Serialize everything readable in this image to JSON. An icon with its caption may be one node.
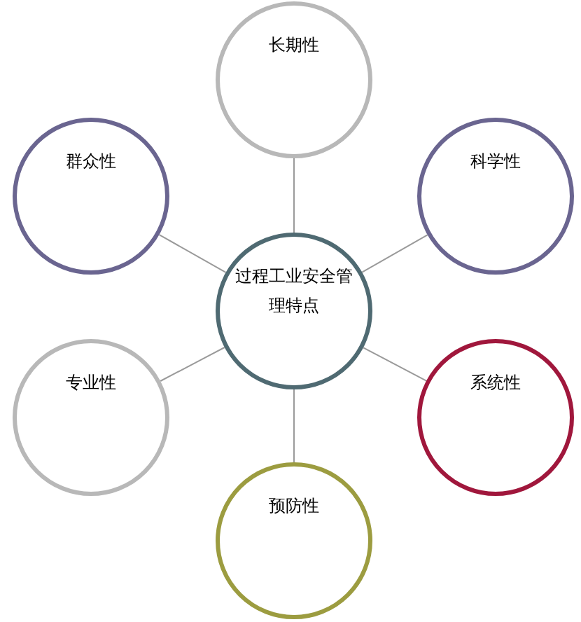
{
  "diagram": {
    "nodes": [
      {
        "text": [
          "长期性"
        ]
      },
      {
        "text": [
          "群众性"
        ]
      },
      {
        "text": [
          "科学性"
        ]
      },
      {
        "text": [
          "过程工业安全管理特点"
        ]
      },
      {
        "text": [
          "专业性"
        ]
      },
      {
        "text": [
          "系统性"
        ]
      },
      {
        "text": [
          "预防性"
        ]
      }
    ],
    "edges": [
      {
        "from": 3,
        "to": 0,
        "arrow": "none"
      },
      {
        "from": 3,
        "to": 1,
        "arrow": "none"
      },
      {
        "from": 3,
        "to": 2,
        "arrow": "none"
      },
      {
        "from": 3,
        "to": 4,
        "arrow": "none"
      },
      {
        "from": 3,
        "to": 5,
        "arrow": "none"
      },
      {
        "from": 3,
        "to": 6,
        "arrow": "none"
      }
    ]
  }
}
